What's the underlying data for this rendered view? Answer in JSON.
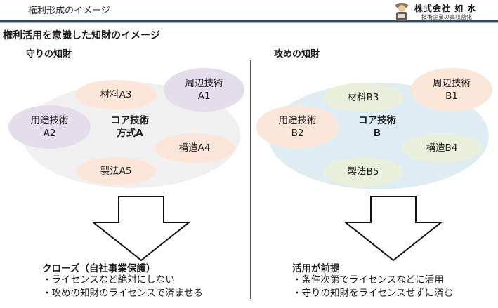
{
  "header": {
    "title": "権利形成のイメージ",
    "logo": {
      "company_name": "株式会社 如 水",
      "tagline": "技術企業の高収益化"
    }
  },
  "main_title": "権利活用を意識した知財のイメージ",
  "colors": {
    "header_rule": "#264b77",
    "defensive_base": "#f0f0f0",
    "offensive_base": "#deedf4",
    "lavender": "#e3deec",
    "peach": "#fce6d8",
    "pale_green": "#eaf0dc"
  },
  "defensive": {
    "title": "守りの知財",
    "core": {
      "line1": "コア技術",
      "line2": "方式A"
    },
    "bubbles": [
      {
        "line1": "周辺技術",
        "line2": "A1"
      },
      {
        "line1": "用途技術",
        "line2": "A2"
      },
      {
        "line1": "材料A3",
        "line2": ""
      },
      {
        "line1": "構造A4",
        "line2": ""
      },
      {
        "line1": "製法A5",
        "line2": ""
      }
    ],
    "result": {
      "title": "クローズ（自社事業保護）",
      "items": [
        "・ライセンスなど絶対にしない",
        "・攻めの知財のライセンスで済ませる"
      ]
    }
  },
  "offensive": {
    "title": "攻めの知財",
    "core": {
      "line1": "コア技術",
      "line2": "B"
    },
    "bubbles": [
      {
        "line1": "周辺技術",
        "line2": "B1"
      },
      {
        "line1": "用途技術",
        "line2": "B2"
      },
      {
        "line1": "材料B3",
        "line2": ""
      },
      {
        "line1": "構造B4",
        "line2": ""
      },
      {
        "line1": "製法B5",
        "line2": ""
      }
    ],
    "result": {
      "title": "活用が前提",
      "items": [
        "・条件次第でライセンスなどに活用",
        "・守りの知財をライセンスせずに済む"
      ]
    }
  }
}
